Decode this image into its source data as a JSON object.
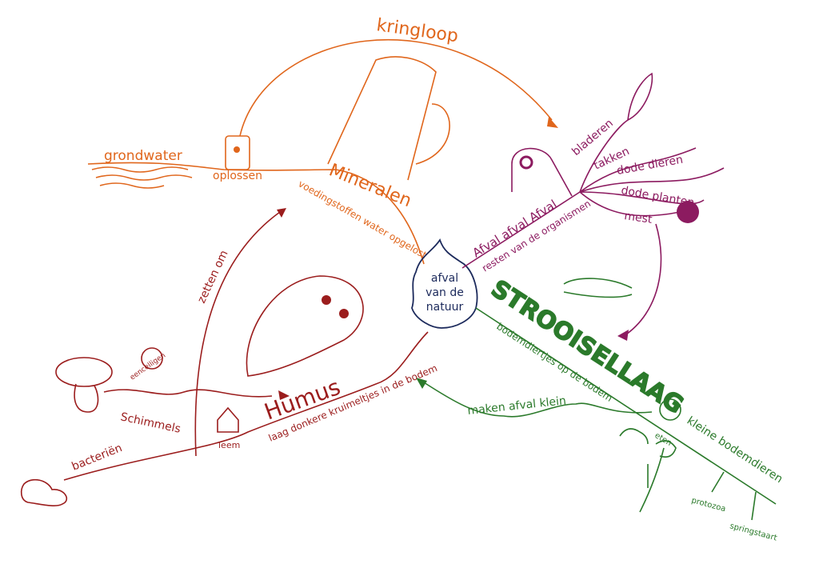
{
  "colors": {
    "orange": "#e0661c",
    "purple": "#8c1b60",
    "green": "#2b7a2b",
    "red": "#9b1d1d",
    "navy": "#1c2a5c"
  },
  "center": {
    "line1": "afval",
    "line2": "van de",
    "line3": "natuur"
  },
  "orange_branch": {
    "cycle": "kringloop",
    "groundwater": "grondwater",
    "dissolve": "oplossen",
    "minerals": "Mineralen",
    "nutrients": "voedingstoffen water opgelost"
  },
  "purple_branch": {
    "title": "Afval afval Afval",
    "subtitle": "resten van de organismen",
    "items": [
      "bladeren",
      "takken",
      "dode dieren",
      "dode planten",
      "mest"
    ]
  },
  "green_branch": {
    "title": "STROOISELLAAG",
    "subtitle": "bodemdiertjes op de bodem",
    "action": "maken afval klein",
    "eat": "eten",
    "small_animals": "kleine bodemdieren",
    "protozoa": "protozoa",
    "springtail": "springstaart"
  },
  "red_branch": {
    "humus": "Humus",
    "humus_desc": "laag donkere kruimeltjes in de bodem",
    "convert": "zetten om",
    "clay": "leem",
    "fungi": "Schimmels",
    "bacteria": "bacteriën",
    "cells": "eencelligen"
  }
}
